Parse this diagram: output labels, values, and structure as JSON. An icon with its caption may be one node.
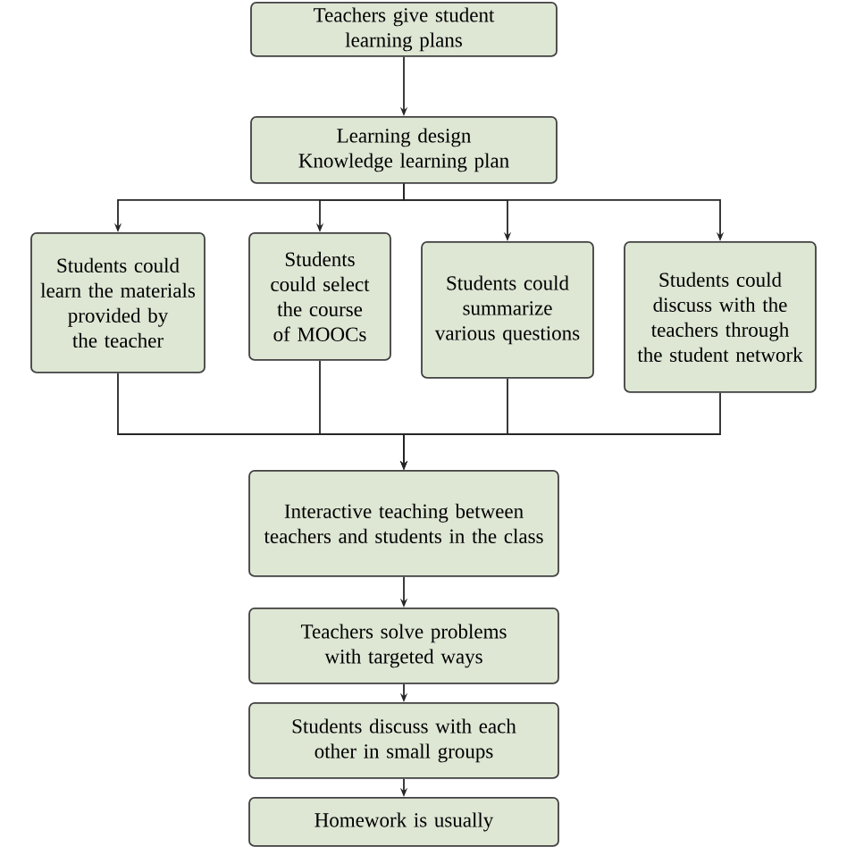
{
  "diagram": {
    "nodes": [
      {
        "text": [
          "Teachers give student learning plans"
        ]
      },
      {
        "text": [
          "Learning design Knowledge learning plan"
        ]
      },
      {
        "text": [
          "Students could learn the materials provided by the teacher"
        ]
      },
      {
        "text": [
          "Students could select the course of MOOCs"
        ]
      },
      {
        "text": [
          "Students could summarize various questions"
        ]
      },
      {
        "text": [
          "Students could discuss with the teachers through the student network"
        ]
      },
      {
        "text": [
          "Interactive teaching between teachers and students in the class"
        ]
      },
      {
        "text": [
          "Teachers solve problems with targeted ways"
        ]
      },
      {
        "text": [
          "Students discuss with each other in small groups"
        ]
      },
      {
        "text": [
          "Homework is usually"
        ]
      }
    ],
    "edges": [
      {
        "from": 0,
        "to": 1,
        "arrow": "to"
      },
      {
        "from": 1,
        "to": 2,
        "arrow": "to"
      },
      {
        "from": 1,
        "to": 3,
        "arrow": "to"
      },
      {
        "from": 1,
        "to": 4,
        "arrow": "to"
      },
      {
        "from": 1,
        "to": 5,
        "arrow": "to"
      },
      {
        "from": 2,
        "to": 6,
        "arrow": "to"
      },
      {
        "from": 3,
        "to": 6,
        "arrow": "to"
      },
      {
        "from": 4,
        "to": 6,
        "arrow": "to"
      },
      {
        "from": 5,
        "to": 6,
        "arrow": "to"
      },
      {
        "from": 6,
        "to": 7,
        "arrow": "to"
      },
      {
        "from": 7,
        "to": 8,
        "arrow": "to"
      },
      {
        "from": 8,
        "to": 9,
        "arrow": "to"
      }
    ]
  }
}
